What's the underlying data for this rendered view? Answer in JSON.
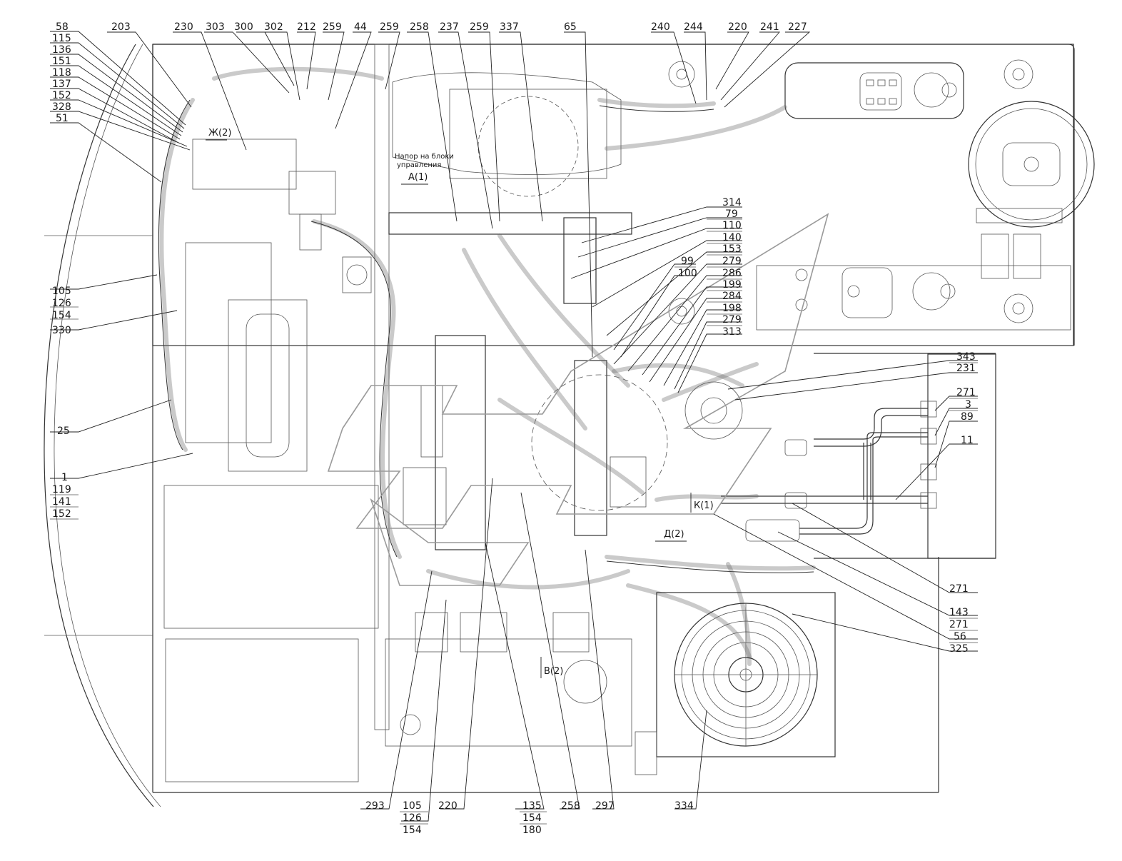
{
  "callouts_top": [
    {
      "id": "lbl-58",
      "text": "58"
    },
    {
      "id": "lbl-115",
      "text": "115"
    },
    {
      "id": "lbl-136",
      "text": "136"
    },
    {
      "id": "lbl-151",
      "text": "151"
    },
    {
      "id": "lbl-118",
      "text": "118"
    },
    {
      "id": "lbl-137",
      "text": "137"
    },
    {
      "id": "lbl-152a",
      "text": "152"
    },
    {
      "id": "lbl-328",
      "text": "328"
    },
    {
      "id": "lbl-51",
      "text": "51"
    },
    {
      "id": "lbl-203",
      "text": "203"
    },
    {
      "id": "lbl-230",
      "text": "230"
    },
    {
      "id": "lbl-303",
      "text": "303"
    },
    {
      "id": "lbl-300",
      "text": "300"
    },
    {
      "id": "lbl-302",
      "text": "302"
    },
    {
      "id": "lbl-212",
      "text": "212"
    },
    {
      "id": "lbl-259a",
      "text": "259"
    },
    {
      "id": "lbl-44",
      "text": "44"
    },
    {
      "id": "lbl-259b",
      "text": "259"
    },
    {
      "id": "lbl-258a",
      "text": "258"
    },
    {
      "id": "lbl-237",
      "text": "237"
    },
    {
      "id": "lbl-259c",
      "text": "259"
    },
    {
      "id": "lbl-337",
      "text": "337"
    },
    {
      "id": "lbl-65",
      "text": "65"
    },
    {
      "id": "lbl-240",
      "text": "240"
    },
    {
      "id": "lbl-244",
      "text": "244"
    },
    {
      "id": "lbl-220a",
      "text": "220"
    },
    {
      "id": "lbl-241",
      "text": "241"
    },
    {
      "id": "lbl-227",
      "text": "227"
    }
  ],
  "callouts_left": [
    {
      "id": "lbl-105a",
      "text": "105"
    },
    {
      "id": "lbl-126a",
      "text": "126"
    },
    {
      "id": "lbl-154a",
      "text": "154"
    },
    {
      "id": "lbl-330",
      "text": "330"
    },
    {
      "id": "lbl-25",
      "text": "25"
    },
    {
      "id": "lbl-1",
      "text": "1"
    },
    {
      "id": "lbl-119",
      "text": "119"
    },
    {
      "id": "lbl-141",
      "text": "141"
    },
    {
      "id": "lbl-152b",
      "text": "152"
    }
  ],
  "callouts_center": [
    {
      "id": "lbl-314",
      "text": "314"
    },
    {
      "id": "lbl-79",
      "text": "79"
    },
    {
      "id": "lbl-110",
      "text": "110"
    },
    {
      "id": "lbl-140",
      "text": "140"
    },
    {
      "id": "lbl-153",
      "text": "153"
    },
    {
      "id": "lbl-99",
      "text": "99"
    },
    {
      "id": "lbl-100",
      "text": "100"
    },
    {
      "id": "lbl-279a",
      "text": "279"
    },
    {
      "id": "lbl-286",
      "text": "286"
    },
    {
      "id": "lbl-199",
      "text": "199"
    },
    {
      "id": "lbl-284",
      "text": "284"
    },
    {
      "id": "lbl-198",
      "text": "198"
    },
    {
      "id": "lbl-279b",
      "text": "279"
    },
    {
      "id": "lbl-313",
      "text": "313"
    }
  ],
  "callouts_right": [
    {
      "id": "lbl-343",
      "text": "343"
    },
    {
      "id": "lbl-231",
      "text": "231"
    },
    {
      "id": "lbl-271a",
      "text": "271"
    },
    {
      "id": "lbl-3",
      "text": "3"
    },
    {
      "id": "lbl-89",
      "text": "89"
    },
    {
      "id": "lbl-11",
      "text": "11"
    },
    {
      "id": "lbl-271b",
      "text": "271"
    },
    {
      "id": "lbl-143",
      "text": "143"
    },
    {
      "id": "lbl-271c",
      "text": "271"
    },
    {
      "id": "lbl-56",
      "text": "56"
    },
    {
      "id": "lbl-325",
      "text": "325"
    }
  ],
  "callouts_bottom": [
    {
      "id": "lbl-293",
      "text": "293"
    },
    {
      "id": "lbl-105b",
      "text": "105"
    },
    {
      "id": "lbl-126b",
      "text": "126"
    },
    {
      "id": "lbl-154b",
      "text": "154"
    },
    {
      "id": "lbl-220b",
      "text": "220"
    },
    {
      "id": "lbl-135",
      "text": "135"
    },
    {
      "id": "lbl-154c",
      "text": "154"
    },
    {
      "id": "lbl-180",
      "text": "180"
    },
    {
      "id": "lbl-258b",
      "text": "258"
    },
    {
      "id": "lbl-297",
      "text": "297"
    },
    {
      "id": "lbl-334",
      "text": "334"
    }
  ],
  "view_marks": {
    "zh2": "Ж(2)",
    "a1": "A(1)",
    "k1": "К(1)",
    "d2": "Д(2)",
    "v2": "В(2)"
  },
  "annotation": {
    "line1": "Напор на блоки",
    "line2": "управления"
  },
  "colors": {
    "line": "#333333",
    "watermark": "#9a9a9a",
    "background": "#ffffff"
  }
}
